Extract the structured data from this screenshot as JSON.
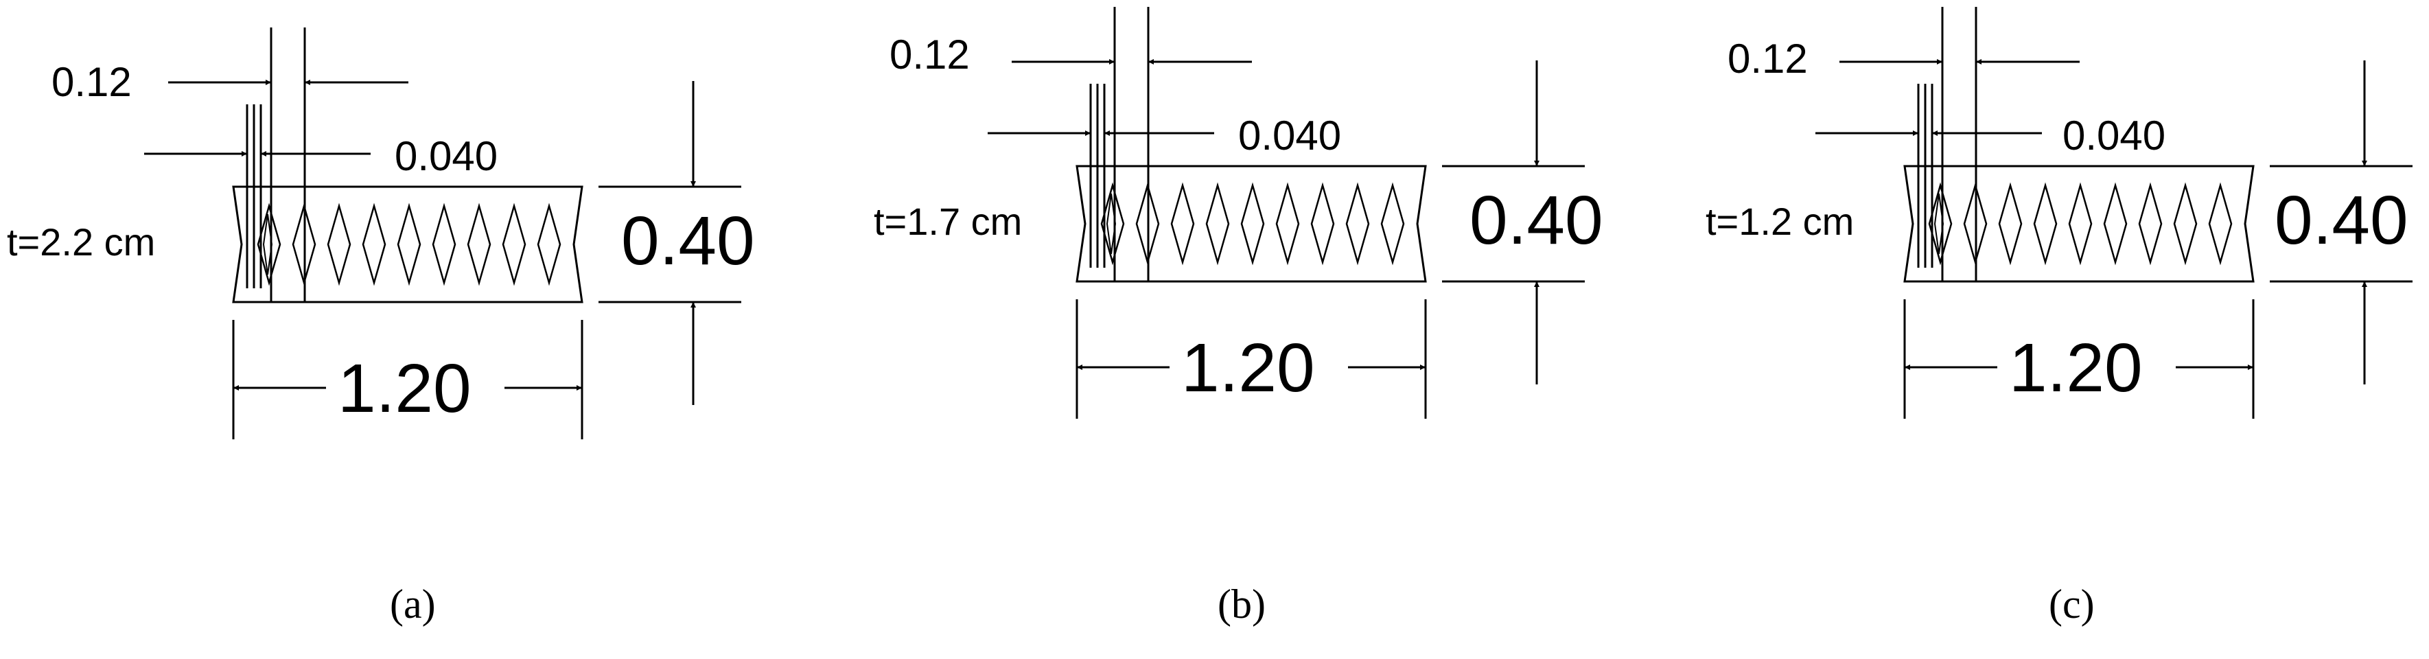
{
  "panels": [
    {
      "id": "a",
      "caption": "(a)",
      "thickness_label": "t=2.2 cm",
      "dim_outer_gap": "0.12",
      "dim_inner_gap": "0.040",
      "dim_height": "0.40",
      "dim_width": "1.20",
      "diamond_count": 9
    },
    {
      "id": "b",
      "caption": "(b)",
      "thickness_label": "t=1.7 cm",
      "dim_outer_gap": "0.12",
      "dim_inner_gap": "0.040",
      "dim_height": "0.40",
      "dim_width": "1.20",
      "diamond_count": 9
    },
    {
      "id": "c",
      "caption": "(c)",
      "thickness_label": "t=1.2 cm",
      "dim_outer_gap": "0.12",
      "dim_inner_gap": "0.040",
      "dim_height": "0.40",
      "dim_width": "1.20",
      "diamond_count": 9
    }
  ],
  "colors": {
    "line": "#000000",
    "background": "#ffffff"
  }
}
